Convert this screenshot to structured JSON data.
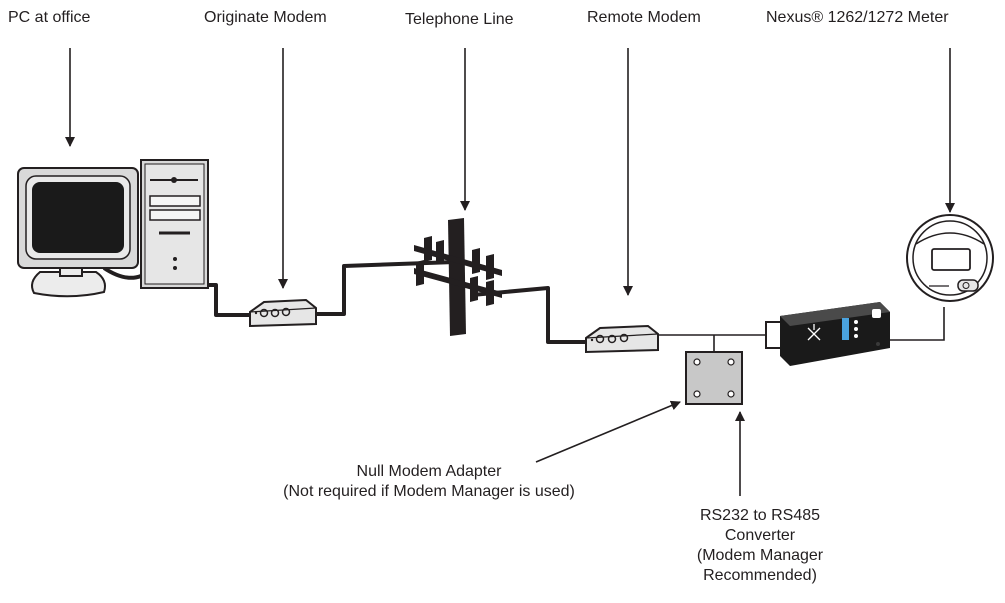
{
  "labels": {
    "pc": "PC at office",
    "originate_modem": "Originate Modem",
    "telephone_line": "Telephone Line",
    "remote_modem": "Remote Modem",
    "meter": "Nexus® 1262/1272 Meter"
  },
  "null_modem": {
    "line1": "Null Modem Adapter",
    "line2": "(Not required if Modem Manager is used)"
  },
  "converter": {
    "line1": "RS232 to RS485",
    "line2": "Converter",
    "line3": "(Modem Manager",
    "line4": "Recommended)"
  },
  "colors": {
    "ink": "#231f20",
    "gray": "#c8c8c8",
    "dark_gray": "#9a9a9a"
  }
}
